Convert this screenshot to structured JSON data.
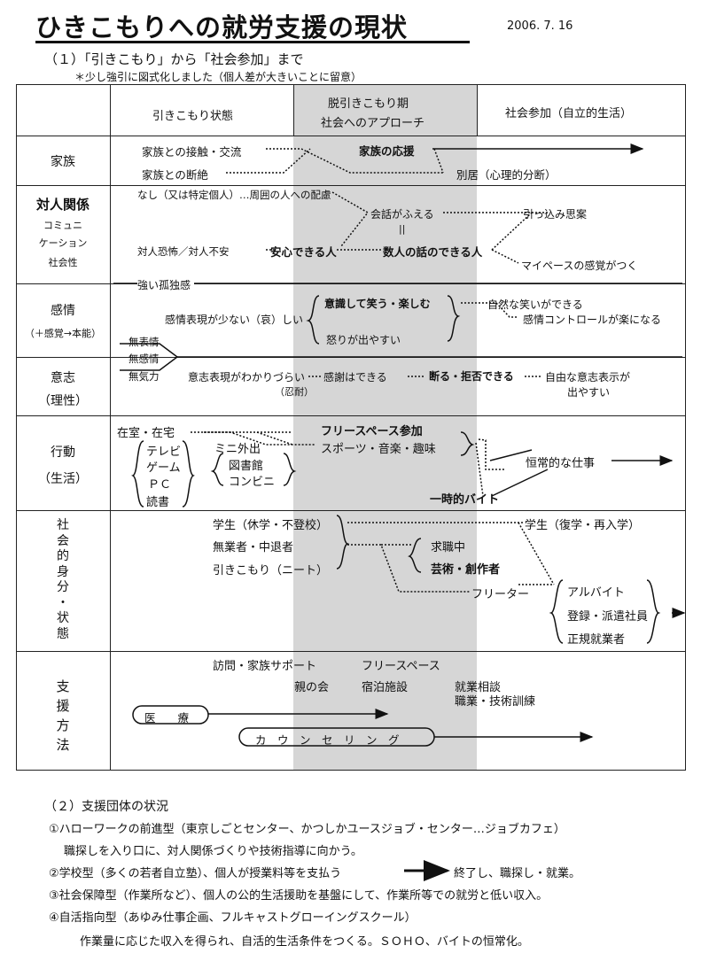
{
  "title": "ひきこもりへの就労支援の現状",
  "date": "2006. 7. 16",
  "section1": {
    "heading": "（１）「引きこもり」から「社会参加」まで",
    "note": "＊少し強引に図式化しました（個人差が大きいことに留意）"
  },
  "columns": {
    "c1": "引きこもり状態",
    "c2a": "脱引きこもり期",
    "c2b": "社会へのアプローチ",
    "c3": "社会参加（自立的生活）"
  },
  "rows": {
    "family": {
      "label": "家族",
      "t1": "家族との接触・交流",
      "t2": "家族との断絶",
      "t3": "家族の応援",
      "t4": "別居（心理的分断）"
    },
    "relations": {
      "label": "対人関係",
      "sub1": "コミュニ",
      "sub2": "ケーション",
      "sub3": "社会性",
      "t1": "なし（又は特定個人）…周囲の人への配慮",
      "t2": "会話がふえる",
      "t3": "||",
      "t4": "引っ込み思案",
      "t5": "対人恐怖／対人不安",
      "t6": "安心できる人",
      "t7": "数人の話のできる人",
      "t8": "マイペースの感覚がつく"
    },
    "emotion": {
      "label": "感情",
      "sub": "（＋感覚→本能）",
      "t1": "強い孤独感",
      "t2": "感情表現が少ない（哀）しい",
      "t3": "意識して笑う・楽しむ",
      "t4": "怒りが出やすい",
      "t5": "自然な笑いができる",
      "t6": "感情コントロールが楽になる",
      "side1": "無表情",
      "side2": "無感情",
      "side3": "無気力"
    },
    "will": {
      "label": "意志",
      "sub": "（理性）",
      "t1": "意志表現がわかりづらい",
      "t1b": "（忍耐）",
      "t2": "感謝はできる",
      "t3": "断る・拒否できる",
      "t4": "自由な意志表示が",
      "t4b": "出やすい"
    },
    "action": {
      "label": "行動",
      "sub": "（生活）",
      "t1": "在室・在宅",
      "t2": "フリースペース参加",
      "t3": "テレビ",
      "t4": "ゲーム",
      "t5": "ＰＣ",
      "t6": "読書",
      "t7": "ミニ外出",
      "t8": "図書館",
      "t9": "コンビニ",
      "t10": "スポーツ・音楽・趣味",
      "t11": "恒常的な仕事",
      "t12": "一時的バイト"
    },
    "status": {
      "label": [
        "社",
        "会",
        "的",
        "身",
        "分",
        "・",
        "状",
        "態"
      ],
      "t1": "学生（休学・不登校）",
      "t2": "無業者・中退者",
      "t3": "引きこもり（ニート）",
      "t4": "学生（復学・再入学）",
      "t5": "求職中",
      "t6": "芸術・創作者",
      "t7": "フリーター",
      "t8": "アルバイト",
      "t9": "登録・派遣社員",
      "t10": "正規就業者"
    },
    "support": {
      "label": [
        "支",
        "援",
        "方",
        "法"
      ],
      "t1": "訪問・家族サポート",
      "t2": "フリースペース",
      "t3": "親の会",
      "t4": "宿泊施設",
      "t5": "就業相談",
      "t6": "職業・技術訓練",
      "t7": "医　　療",
      "t8": "カ　ウ　ン　セ　リ　ン　グ"
    }
  },
  "section2": {
    "heading": "（２）支援団体の状況",
    "l1": "①ハローワークの前進型（東京しごとセンター、かつしかユースジョブ・センター…ジョブカフェ）",
    "l2": "職探しを入り口に、対人関係づくりや技術指導に向かう。",
    "l3a": "②学校型（多くの若者自立塾）、個人が授業料等を支払う",
    "l3b": "終了し、職探し・就業。",
    "l4": "③社会保障型（作業所など）、個人の公的生活援助を基盤にして、作業所等での就労と低い収入。",
    "l5": "④自活指向型（あゆみ仕事企画、フルキャストグローイングスクール）",
    "l6": "作業量に応じた収入を得られ、自活的生活条件をつくる。ＳＯＨＯ、バイトの恒常化。"
  }
}
